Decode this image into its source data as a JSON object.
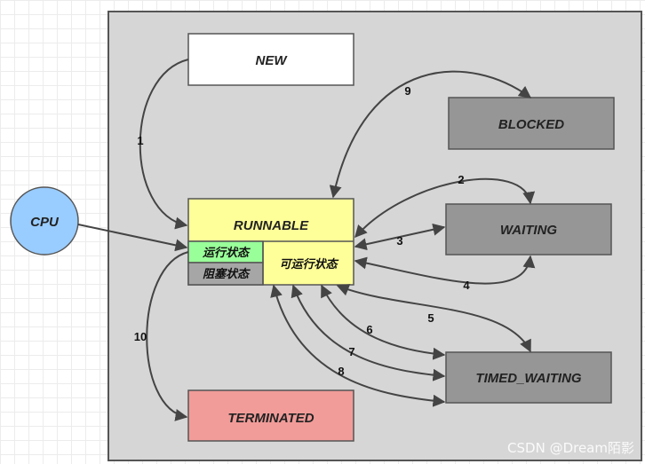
{
  "nodes": {
    "new": "NEW",
    "blocked": "BLOCKED",
    "runnable": "RUNNABLE",
    "running": "运行状态",
    "blocked_sub": "阻塞状态",
    "ready": "可运行状态",
    "waiting": "WAITING",
    "cpu": "CPU",
    "timed_waiting": "TIMED_WAITING",
    "terminated": "TERMINATED"
  },
  "edges": {
    "e1": "1",
    "e2": "2",
    "e3": "3",
    "e4": "4",
    "e5": "5",
    "e6": "6",
    "e7": "7",
    "e8": "8",
    "e9": "9",
    "e10": "10"
  },
  "watermark": "CSDN @Dream陌影",
  "colors": {
    "container": "#d6d6d6",
    "new": "#ffffff",
    "runnable": "#ffff99",
    "running": "#99ff99",
    "blocked_sub": "#a6a6a6",
    "state_gray": "#969696",
    "terminated": "#f19c99",
    "cpu": "#99ccff"
  }
}
